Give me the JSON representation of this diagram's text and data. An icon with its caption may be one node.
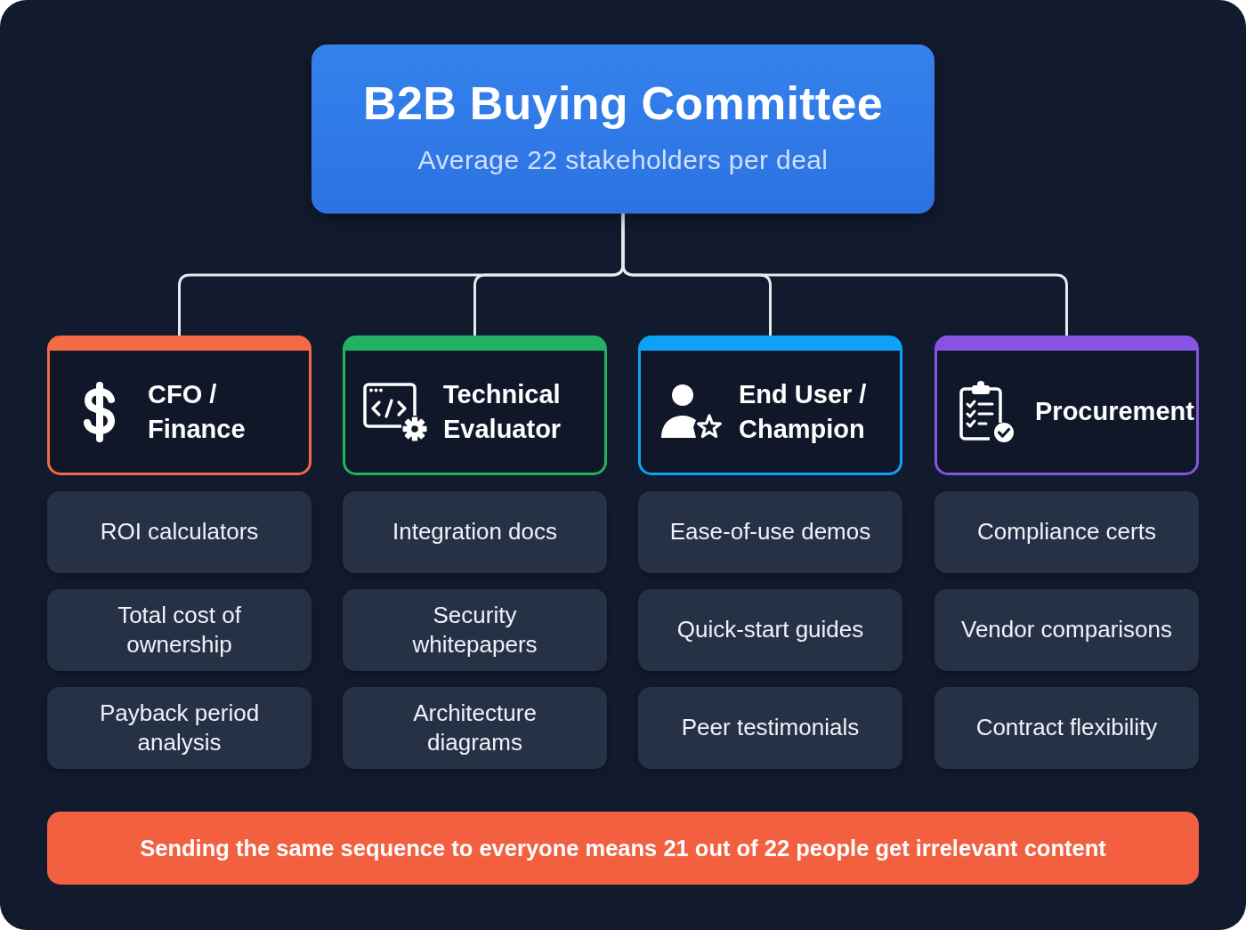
{
  "diagram": {
    "nodes": [
      {
        "text": [
          "B2B Buying Committee",
          "Average 22 stakeholders per deal"
        ]
      },
      {
        "text": [
          "CFO / Finance"
        ]
      },
      {
        "text": [
          "Technical Evaluator"
        ]
      },
      {
        "text": [
          "End User / Champion"
        ]
      },
      {
        "text": [
          "Procurement"
        ]
      },
      {
        "text": [
          "ROI calculators"
        ]
      },
      {
        "text": [
          "Integration docs"
        ]
      },
      {
        "text": [
          "Ease-of-use demos"
        ]
      },
      {
        "text": [
          "Compliance certs"
        ]
      },
      {
        "text": [
          "Total cost of ownership"
        ]
      },
      {
        "text": [
          "Security whitepapers"
        ]
      },
      {
        "text": [
          "Quick-start guides"
        ]
      },
      {
        "text": [
          "Vendor comparisons"
        ]
      },
      {
        "text": [
          "Payback period analysis"
        ]
      },
      {
        "text": [
          "Architecture diagrams"
        ]
      },
      {
        "text": [
          "Peer testimonials"
        ]
      },
      {
        "text": [
          "Contract flexibility"
        ]
      },
      {
        "text": [
          "Sending the same sequence to everyone means 21 out of 22 people get irrelevant content"
        ]
      }
    ],
    "edges": [
      {
        "from": 0,
        "to": 1,
        "arrow": "none"
      },
      {
        "from": 0,
        "to": 2,
        "arrow": "none"
      },
      {
        "from": 0,
        "to": 3,
        "arrow": "none"
      },
      {
        "from": 0,
        "to": 4,
        "arrow": "none"
      }
    ]
  }
}
